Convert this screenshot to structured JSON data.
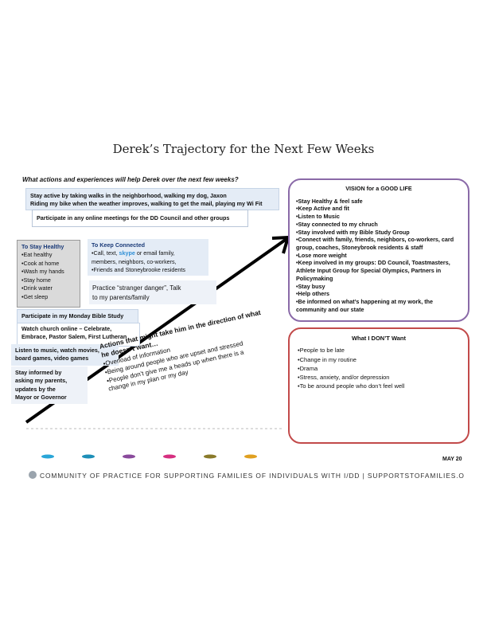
{
  "title": "Derek’s Trajectory for the Next Few Weeks",
  "question": "What actions and experiences will help Derek over the next few weeks?",
  "boxes": {
    "walks": [
      "Stay active by taking walks in the neighborhood, walking my dog, Jaxon",
      "Riding my bike when the weather improves, walking to get the mail, playing my Wi Fit"
    ],
    "meetings": "Participate in any online meetings for the DD Council and other groups",
    "healthy": {
      "heading": "To Stay Healthy",
      "items": [
        "•Eat healthy",
        "•Cook at home",
        "•Wash my hands",
        "•Stay home",
        "•Drink water",
        "•Get sleep"
      ]
    },
    "connected": {
      "heading": "To Keep Connected",
      "line1_pre": "•Call, text, ",
      "line1_skype": "skype",
      "line1_post": " or email family,",
      "line2": "members, neighbors, co-workers,",
      "line3": "•Friends and Stoneybrooke residents"
    },
    "stranger": [
      "Practice “stranger danger”,  Talk",
      "to my parents/family"
    ],
    "bible": "Participate in my Monday Bible Study",
    "church": [
      "Watch church online – Celebrate,",
      "Embrace, Pastor Salem, First Lutheran"
    ],
    "music": [
      "Listen to music, watch movies,",
      "board games, video games"
    ],
    "informed": [
      "Stay informed by",
      "asking my parents,",
      "updates by the",
      "Mayor or Governor"
    ]
  },
  "negative_actions": {
    "heading": [
      "Actions that might take him in the direction of what",
      "he doesn’t want…"
    ],
    "items": [
      "•Overload of information",
      "•Being around people who are upset and stressed",
      "•People don’t give me a heads up when there is a",
      "change in my plan or my day"
    ]
  },
  "vision": {
    "heading": "VISION for a GOOD LIFE",
    "items": [
      "•Stay Healthy & feel safe",
      "•Keep Active and fit",
      "•Listen to Music",
      "•Stay connected to my chruch",
      "•Stay involved with my Bible Study Group",
      "•Connect with family, friends, neighbors, co-workers, card",
      "group, coaches, Stoneybrook residents & staff",
      "•Lose more weight",
      "•Keep involved in my groups:  DD Council, Toastmasters,",
      "Athlete Input Group for Special Olympics, Partners in",
      "Policymaking",
      "•Stay busy",
      "•Help others",
      "•Be informed on what’s happening at my work, the",
      "community and our state"
    ]
  },
  "dont_want": {
    "heading": "What I DON’T Want",
    "items": [
      "•People to be late",
      "•Change in my routine",
      "•Drama",
      "•Stress, anxiety, and/or depression",
      "•To be around people who don’t feel well"
    ]
  },
  "date_fragment": "MAY 20",
  "footer": "COMMUNITY OF PRACTICE FOR SUPPORTING FAMILIES OF INDIVIDUALS WITH I/DD | SUPPORTSTOFAMILIES.O",
  "colors": {
    "dots": [
      "#2aa6d8",
      "#1d8fb8",
      "#8a4a9c",
      "#d62f80",
      "#8a7a2a",
      "#e0a020"
    ]
  }
}
